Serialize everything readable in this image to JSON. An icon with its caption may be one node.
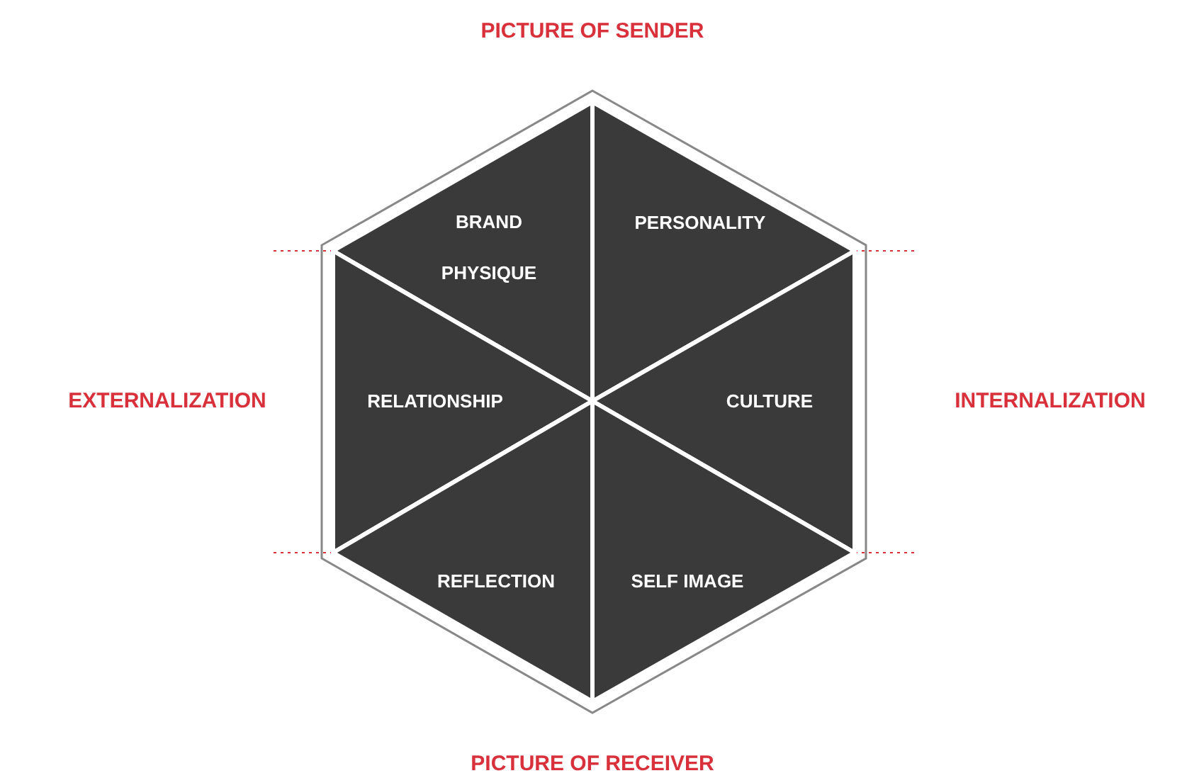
{
  "diagram": {
    "nodes": [
      {
        "text": [
          "BRAND PHYSIQUE"
        ]
      },
      {
        "text": [
          "PERSONALITY"
        ]
      },
      {
        "text": [
          "RELATIONSHIP"
        ]
      },
      {
        "text": [
          "CULTURE"
        ]
      },
      {
        "text": [
          "REFLECTION"
        ]
      },
      {
        "text": [
          "SELF IMAGE"
        ]
      }
    ],
    "edges": [],
    "labels": [
      "PICTURE OF SENDER",
      "EXTERNALIZATION",
      "INTERNALIZATION",
      "PICTURE OF RECEIVER"
    ]
  }
}
